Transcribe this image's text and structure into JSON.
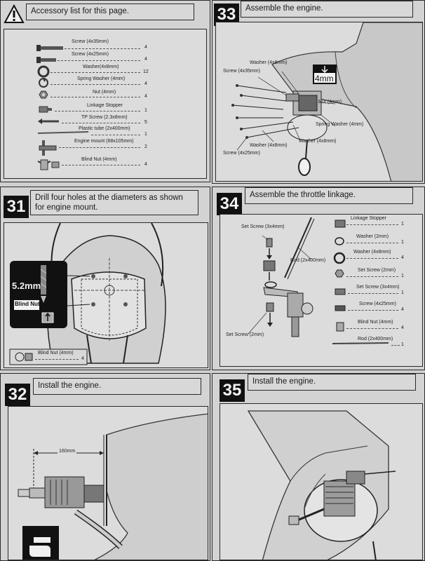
{
  "header": {
    "title": "Accessory list for this page."
  },
  "accessories": [
    {
      "label": "Screw (4x35mm)",
      "qty": "4"
    },
    {
      "label": "Screw (4x25mm)",
      "qty": "4"
    },
    {
      "label": "Washer(4x8mm)",
      "qty": "12"
    },
    {
      "label": "Spring Washer (4mm)",
      "qty": "4"
    },
    {
      "label": "Nut (4mm)",
      "qty": "4"
    },
    {
      "label": "Linkage Stopper",
      "qty": "1"
    },
    {
      "label": "TP Screw (2.3x8mm)",
      "qty": "5"
    },
    {
      "label": "Plastic tube (2x400mm)",
      "qty": "1"
    },
    {
      "label": "Engine mount (68x105mm)",
      "qty": "2"
    },
    {
      "label": "Blind Nut (4mm)",
      "qty": "4"
    }
  ],
  "step31": {
    "number": "31",
    "title": "Drill four holes at the diameters as shown for engine mount.",
    "drill_size": "5.2mm",
    "inset_label": "Blind Nut",
    "part_label": "Blind Nut (4mm)",
    "part_qty": "4"
  },
  "step32": {
    "number": "32",
    "title": "Install the engine.",
    "dimension": "160mm"
  },
  "step33": {
    "number": "33",
    "title": "Assemble the engine.",
    "size_label": "4mm",
    "callouts": {
      "washer_top": "Washer (4x8mm)",
      "screw_top": "Screw (4x35mm)",
      "nut": "Nut (4mm)",
      "spring": "Spring Washer (4mm)",
      "washer_bottom1": "Washer (4x8mm)",
      "washer_bottom2": "Washer (4x8mm)",
      "screw_bottom": "Screw (4x25mm)"
    }
  },
  "step34": {
    "number": "34",
    "title": "Assemble the throttle linkage.",
    "callouts": {
      "set_screw_top": "Set Screw (3x4mm)",
      "rod": "Rod (2x400mm)",
      "set_screw_bottom": "Set Screw (2mm)"
    },
    "parts": [
      {
        "label": "Linkage Stopper",
        "qty": "1"
      },
      {
        "label": "Washer (2mm)",
        "qty": "1"
      },
      {
        "label": "Washer (4x8mm)",
        "qty": "4"
      },
      {
        "label": "Set Screw (2mm)",
        "qty": "1"
      },
      {
        "label": "Set Screw (3x4mm)",
        "qty": "1"
      },
      {
        "label": "Screw (4x25mm)",
        "qty": "4"
      },
      {
        "label": "Blind Nut (4mm)",
        "qty": "4"
      },
      {
        "label": "Rod (2x400mm)",
        "qty": "1"
      }
    ]
  },
  "step35": {
    "number": "35",
    "title": "Install the engine."
  }
}
